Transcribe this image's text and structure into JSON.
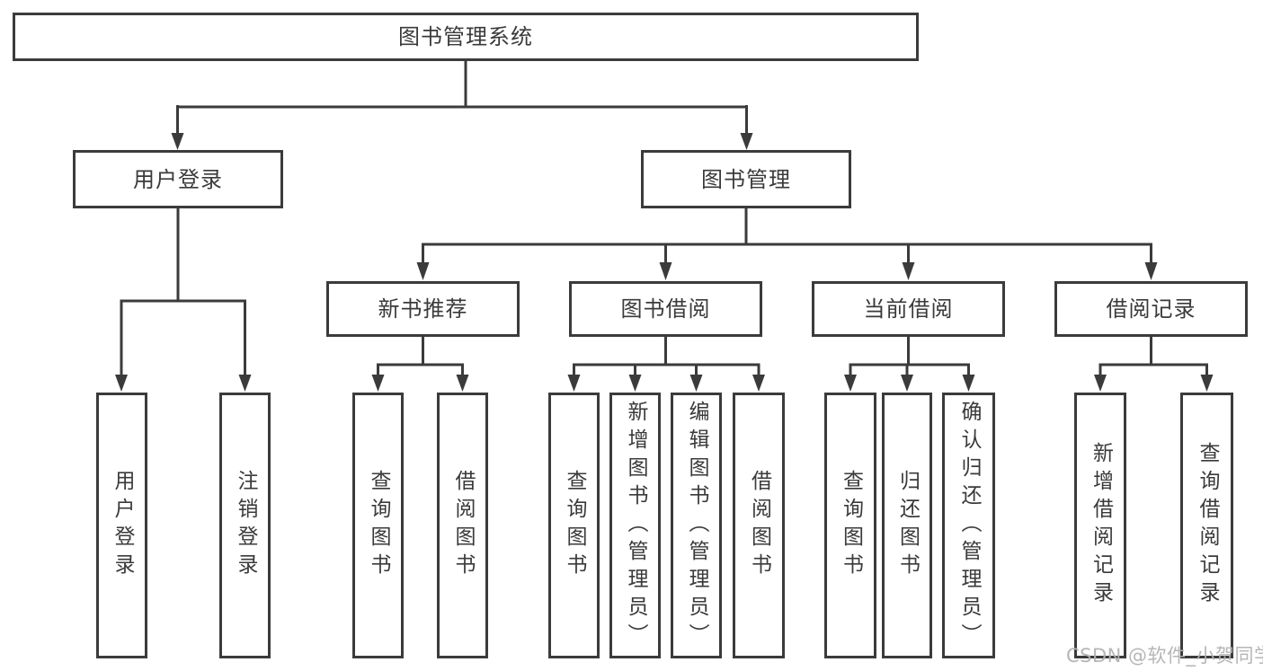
{
  "tree": {
    "root": {
      "label": "图书管理系统"
    },
    "level2": [
      {
        "label": "用户登录"
      },
      {
        "label": "图书管理"
      }
    ],
    "level3": [
      {
        "label": "新书推荐"
      },
      {
        "label": "图书借阅"
      },
      {
        "label": "当前借阅"
      },
      {
        "label": "借阅记录"
      }
    ],
    "leaves": [
      {
        "label": "用户登录"
      },
      {
        "label": "注销登录"
      },
      {
        "label": "查询图书"
      },
      {
        "label": "借阅图书"
      },
      {
        "label": "查询图书"
      },
      {
        "label": "新增图书（管理员）"
      },
      {
        "label": "编辑图书（管理员）"
      },
      {
        "label": "借阅图书"
      },
      {
        "label": "查询图书"
      },
      {
        "label": "归还图书"
      },
      {
        "label": "确认归还（管理员）"
      },
      {
        "label": "新增借阅记录"
      },
      {
        "label": "查询借阅记录"
      }
    ]
  },
  "watermark": "CSDN @软件_小贺同学",
  "colors": {
    "line": "#3b3b3b",
    "text": "#3a3a3a",
    "watermark": "#b2b2b2",
    "background": "#ffffff"
  }
}
